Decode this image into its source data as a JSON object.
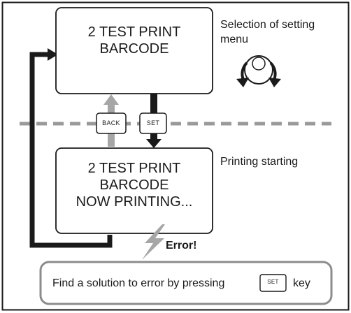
{
  "screens": {
    "menu": {
      "line1": "2 TEST PRINT",
      "line2": "BARCODE"
    },
    "printing": {
      "line1": "2 TEST PRINT",
      "line2": "BARCODE",
      "line3": "NOW PRINTING..."
    }
  },
  "labels": {
    "menu_selection_line1": "Selection of setting",
    "menu_selection_line2": "menu",
    "printing_starting": "Printing starting",
    "error": "Error!"
  },
  "keys": {
    "back": "BACK",
    "set": "SET"
  },
  "hint": {
    "before": "Find a solution to error by pressing",
    "key": "SET",
    "after": "key"
  },
  "icons": [
    "dial-icon",
    "lightning-icon"
  ],
  "colors": {
    "dark": "#1a1a1a",
    "gray_arrow": "#a6a6a6",
    "dashed_line": "#999999",
    "hint_border": "#8c8c8c"
  }
}
